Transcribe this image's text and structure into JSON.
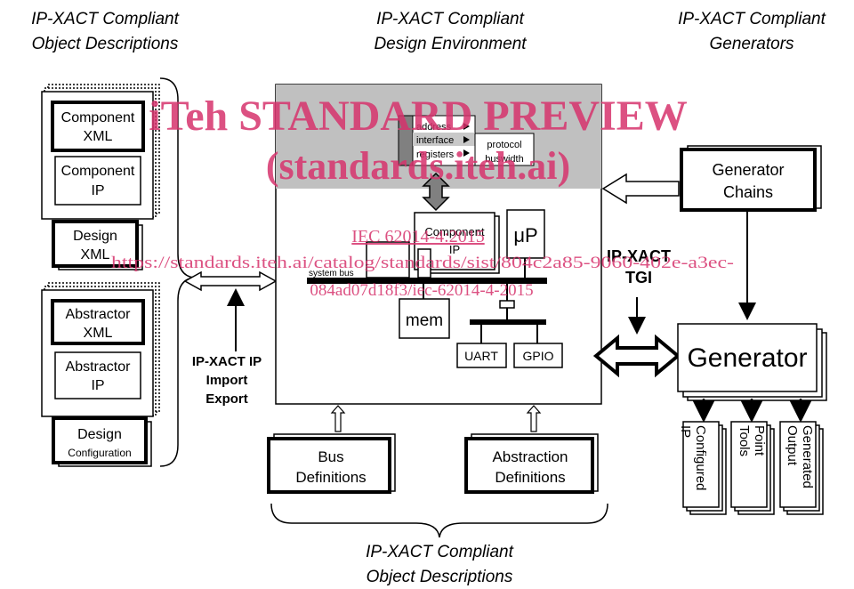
{
  "headers": {
    "left": [
      "IP-XACT Compliant",
      "Object Descriptions"
    ],
    "center": [
      "IP-XACT Compliant",
      "Design Environment"
    ],
    "right": [
      "IP-XACT Compliant",
      "Generators"
    ],
    "bottom": [
      "IP-XACT Compliant",
      "Object Descriptions"
    ]
  },
  "left_objects": {
    "component_xml": [
      "Component",
      "XML"
    ],
    "component_ip": [
      "Component",
      "IP"
    ],
    "design_xml": [
      "Design",
      "XML"
    ],
    "abstractor_xml": [
      "Abstractor",
      "XML"
    ],
    "abstractor_ip": [
      "Abstractor",
      "IP"
    ],
    "design_configuration": [
      "Design",
      "Configuration"
    ]
  },
  "import_export": [
    "IP-XACT IP",
    "Import",
    "Export"
  ],
  "design_environment": {
    "interface_panel": [
      "address",
      "interface",
      "registers"
    ],
    "protocol_panel": [
      "protocol",
      "buswidth"
    ],
    "component_ip": [
      "Component",
      "IP"
    ],
    "cpu": "μP",
    "system_bus": "system bus",
    "mem": "mem",
    "uart": "UART",
    "gpio": "GPIO"
  },
  "bottom_objects": {
    "bus_definitions": [
      "Bus",
      "Definitions"
    ],
    "abstraction_definitions": [
      "Abstraction",
      "Definitions"
    ]
  },
  "generator_chains": [
    "Generator",
    "Chains"
  ],
  "tgi": [
    "IP-XACT",
    "TGI"
  ],
  "generator": "Generator",
  "outputs": {
    "configured_ip": [
      "Configured",
      "IP"
    ],
    "point_tools": [
      "Point",
      "Tools"
    ],
    "generated_output": [
      "Generated",
      "Output"
    ]
  },
  "watermark": {
    "title": "iTeh STANDARD PREVIEW",
    "subtitle": "(standards.iteh.ai)",
    "code": "IEC 62014-4:2015",
    "url_line1": "https://standards.iteh.ai/catalog/standards/sist/804c2a85-9060-402e-a3ec-",
    "url_line2": "084ad07d18f3/iec-62014-4-2015"
  },
  "colors": {
    "watermark": "#d6336c",
    "header_band": "#c0c0c0",
    "panel_dark": "#808080",
    "line": "#000000"
  }
}
